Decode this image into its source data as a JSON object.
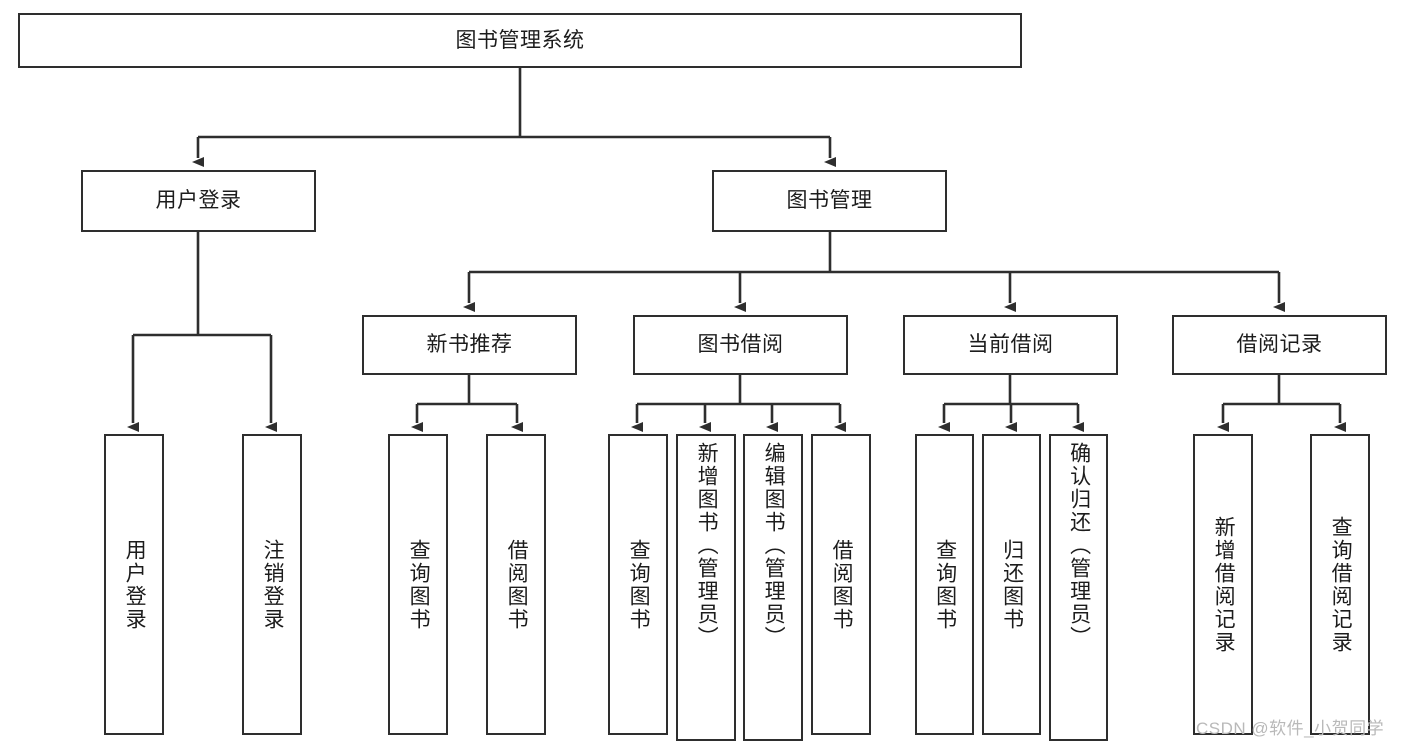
{
  "diagram": {
    "type": "hierarchy-tree",
    "title": "图书管理系统",
    "root": {
      "label": "图书管理系统",
      "level": 0
    },
    "level1": [
      {
        "label": "用户登录"
      },
      {
        "label": "图书管理"
      }
    ],
    "level2": [
      {
        "label": "新书推荐",
        "parent": "图书管理"
      },
      {
        "label": "图书借阅",
        "parent": "图书管理"
      },
      {
        "label": "当前借阅",
        "parent": "图书管理"
      },
      {
        "label": "借阅记录",
        "parent": "图书管理"
      }
    ],
    "leaves": {
      "user_login": [
        {
          "label": "用户登录"
        },
        {
          "label": "注销登录"
        }
      ],
      "new_book_recommend": [
        {
          "label": "查询图书"
        },
        {
          "label": "借阅图书"
        }
      ],
      "book_borrow": [
        {
          "label": "查询图书"
        },
        {
          "label": "新增图书（管理员）"
        },
        {
          "label": "编辑图书（管理员）"
        },
        {
          "label": "借阅图书"
        }
      ],
      "current_borrow": [
        {
          "label": "查询图书"
        },
        {
          "label": "归还图书"
        },
        {
          "label": "确认归还（管理员）"
        }
      ],
      "borrow_record": [
        {
          "label": "新增借阅记录"
        },
        {
          "label": "查询借阅记录"
        }
      ]
    }
  },
  "watermark": {
    "text": "CSDN @软件_小贺同学"
  },
  "colors": {
    "background": "#ffffff",
    "box_border": "#2e2e2e",
    "box_fill": "#ffffff",
    "text": "#1c1c1c",
    "connector": "#2e2e2e",
    "watermark": "#b9b9b9"
  }
}
